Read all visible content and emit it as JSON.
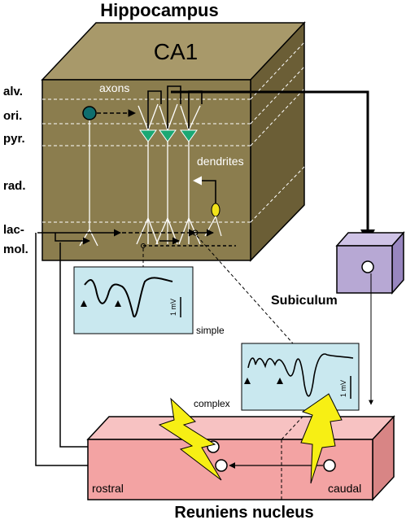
{
  "labels": {
    "hippocampus": "Hippocampus",
    "ca1": "CA1",
    "layers": {
      "alv": "alv.",
      "ori": "ori.",
      "pyr": "pyr.",
      "rad": "rad.",
      "lac": "lac-",
      "mol": "mol."
    },
    "axons": "axons",
    "dendrites": "dendrites",
    "subiculum": "Subiculum",
    "reuniens": "Reuniens nucleus",
    "rostral": "rostral",
    "caudal": "caudal",
    "simple": "simple",
    "complex": "complex",
    "scale_simple": "1 mV",
    "scale_complex": "1 mV"
  },
  "colors": {
    "ca1_front": "#8b7d4e",
    "ca1_top": "#a8996a",
    "ca1_side": "#6b5e36",
    "subiculum_front": "#b7a8d4",
    "subiculum_top": "#cfc3e6",
    "subiculum_side": "#9886bf",
    "reuniens_front": "#f3a3a3",
    "reuniens_top": "#f7c2c2",
    "reuniens_side": "#d88585",
    "trace_box": "#c9e8ef",
    "pyramidal_soma": "#1aa874",
    "interneuron": "#0f6e6e",
    "yellow_neuron": "#f2e31a",
    "lightning": "#f7ef14"
  },
  "icons": [
    "lightning-bolt-icon",
    "triangle-marker-icon"
  ]
}
